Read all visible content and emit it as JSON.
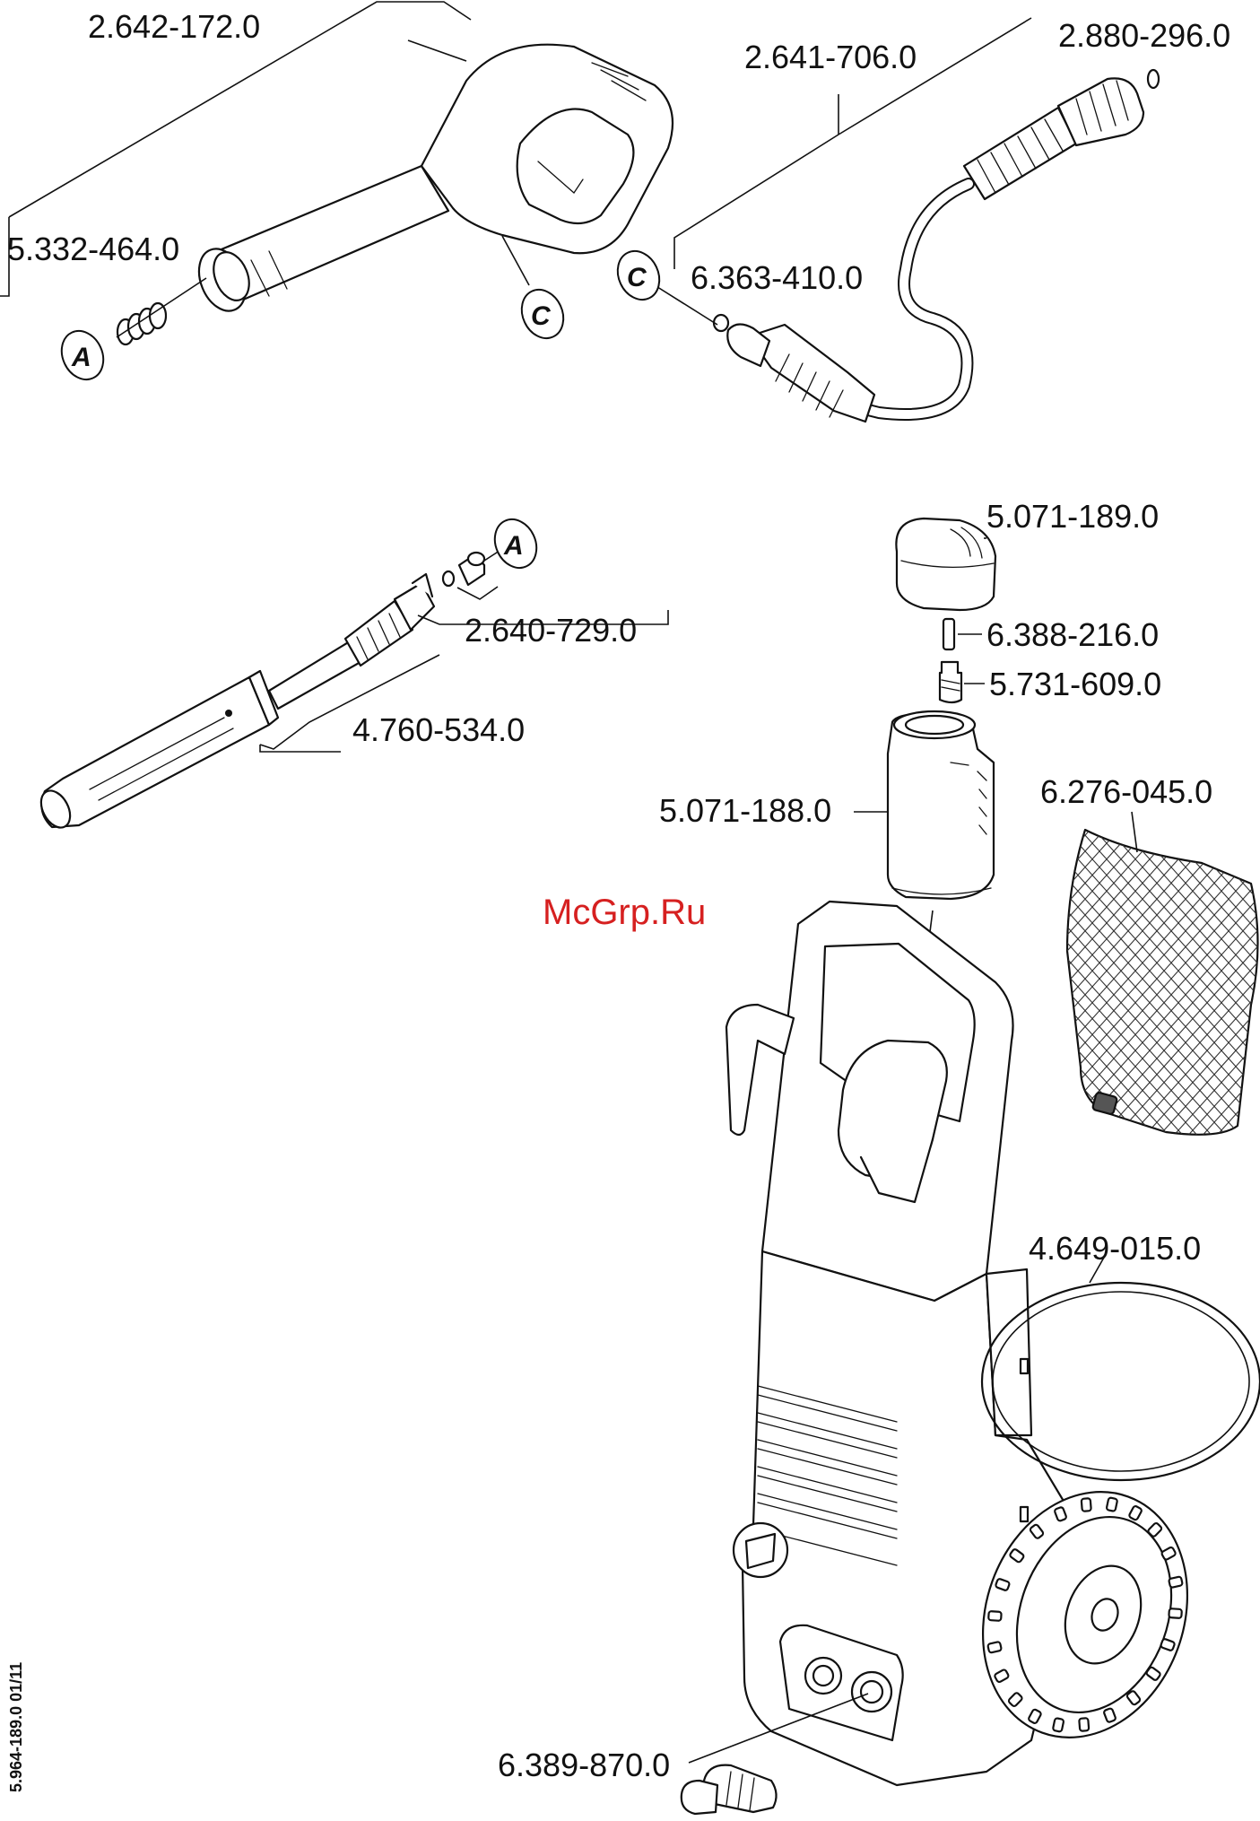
{
  "parts": {
    "p2642": "2.642-172.0",
    "p2641": "2.641-706.0",
    "p2880": "2.880-296.0",
    "p5332": "5.332-464.0",
    "p6363": "6.363-410.0",
    "p5071_189": "5.071-189.0",
    "p6388": "6.388-216.0",
    "p5731": "5.731-609.0",
    "p2640": "2.640-729.0",
    "p4760": "4.760-534.0",
    "p5071_188": "5.071-188.0",
    "p6276": "6.276-045.0",
    "p4649": "4.649-015.0",
    "p6389": "6.389-870.0"
  },
  "badges": {
    "a": "A",
    "c": "C"
  },
  "watermark": "McGrp.Ru",
  "document_number": "5.964-189.0  01/11"
}
